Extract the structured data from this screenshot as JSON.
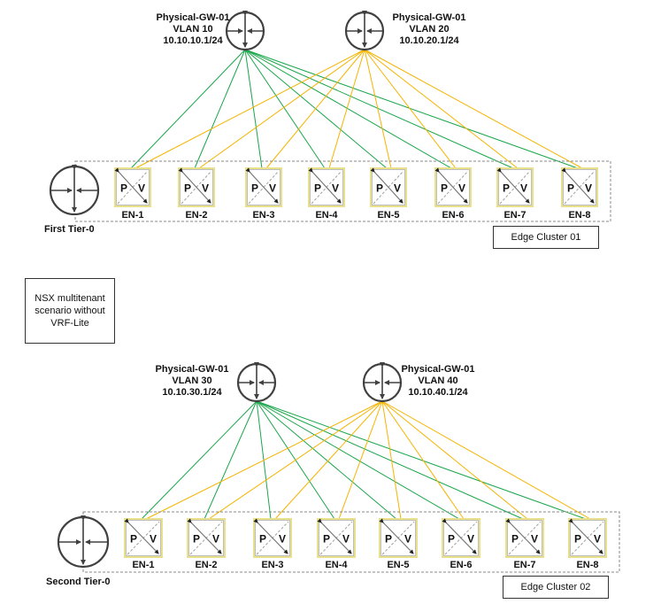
{
  "colors": {
    "green_link": "#1aa64a",
    "yellow_link": "#f5b400",
    "router_stroke": "#404040",
    "edge_border": "#e8e08a",
    "cluster_border": "#888888"
  },
  "note": {
    "line1": "NSX multitenant",
    "line2": "scenario without",
    "line3": "VRF-Lite"
  },
  "sections": [
    {
      "tier0_label": "First Tier-0",
      "tier0_icon": "router-icon",
      "cluster_label": "Edge Cluster 01",
      "gateways": [
        {
          "name": "Physical-GW-01",
          "vlan": "VLAN 10",
          "ip": "10.10.10.1/24",
          "link_color": "green"
        },
        {
          "name": "Physical-GW-01",
          "vlan": "VLAN 20",
          "ip": "10.10.20.1/24",
          "link_color": "yellow"
        }
      ],
      "edge_nodes": [
        {
          "label": "EN-1",
          "left": "P",
          "right": "V"
        },
        {
          "label": "EN-2",
          "left": "P",
          "right": "V"
        },
        {
          "label": "EN-3",
          "left": "P",
          "right": "V"
        },
        {
          "label": "EN-4",
          "left": "P",
          "right": "V"
        },
        {
          "label": "EN-5",
          "left": "P",
          "right": "V"
        },
        {
          "label": "EN-6",
          "left": "P",
          "right": "V"
        },
        {
          "label": "EN-7",
          "left": "P",
          "right": "V"
        },
        {
          "label": "EN-8",
          "left": "P",
          "right": "V"
        }
      ]
    },
    {
      "tier0_label": "Second Tier-0",
      "tier0_icon": "router-icon",
      "cluster_label": "Edge Cluster 02",
      "gateways": [
        {
          "name": "Physical-GW-01",
          "vlan": "VLAN 30",
          "ip": "10.10.30.1/24",
          "link_color": "green"
        },
        {
          "name": "Physical-GW-01",
          "vlan": "VLAN 40",
          "ip": "10.10.40.1/24",
          "link_color": "yellow"
        }
      ],
      "edge_nodes": [
        {
          "label": "EN-1",
          "left": "P",
          "right": "V"
        },
        {
          "label": "EN-2",
          "left": "P",
          "right": "V"
        },
        {
          "label": "EN-3",
          "left": "P",
          "right": "V"
        },
        {
          "label": "EN-4",
          "left": "P",
          "right": "V"
        },
        {
          "label": "EN-5",
          "left": "P",
          "right": "V"
        },
        {
          "label": "EN-6",
          "left": "P",
          "right": "V"
        },
        {
          "label": "EN-7",
          "left": "P",
          "right": "V"
        },
        {
          "label": "EN-8",
          "left": "P",
          "right": "V"
        }
      ]
    }
  ]
}
